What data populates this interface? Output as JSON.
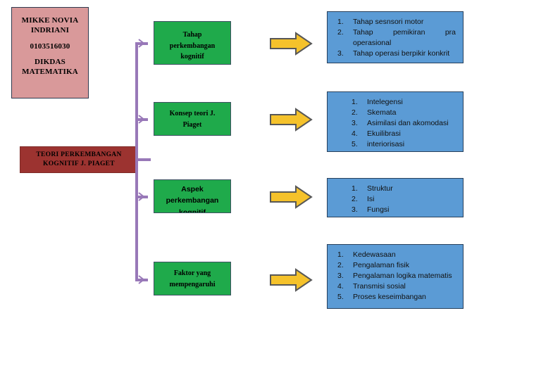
{
  "header": {
    "name_line1": "MIKKE NOVIA",
    "name_line2": "INDRIANI",
    "student_id": "0103516030",
    "program_line1": "DIKDAS",
    "program_line2": "MATEMATIKA"
  },
  "title_box": {
    "line1": "TEORI PERKEMBANGAN",
    "line2": "KOGNITIF J. PIAGET"
  },
  "branches": [
    {
      "topic": "Tahap\nperkembangan\nkognitif",
      "items": [
        {
          "num": "1.",
          "text": "Tahap sesnsori motor"
        },
        {
          "num": "2.",
          "text": "Tahap pemikiran pra operasional"
        },
        {
          "num": "3.",
          "text": "Tahap operasi berpikir konkrit"
        }
      ]
    },
    {
      "topic": "Konsep teori J.\nPiaget",
      "items": [
        {
          "num": "1.",
          "text": "Intelegensi"
        },
        {
          "num": "2.",
          "text": "Skemata"
        },
        {
          "num": "3.",
          "text": "Asimilasi dan akomodasi"
        },
        {
          "num": "4.",
          "text": "Ekuilibrasi"
        },
        {
          "num": "5.",
          "text": "interiorisasi"
        }
      ]
    },
    {
      "topic": "Aspek\nperkembangan\nkognitif",
      "items": [
        {
          "num": "1.",
          "text": "Struktur"
        },
        {
          "num": "2.",
          "text": "Isi"
        },
        {
          "num": "3.",
          "text": "Fungsi"
        }
      ]
    },
    {
      "topic": "Faktor yang\nmempengaruhi",
      "items": [
        {
          "num": "1.",
          "text": "Kedewasaan"
        },
        {
          "num": "2.",
          "text": "Pengalaman fisik"
        },
        {
          "num": "3.",
          "text": "Pengalaman logika matematis"
        },
        {
          "num": "4.",
          "text": "Transmisi sosial"
        },
        {
          "num": "5.",
          "text": "Proses keseimbangan"
        }
      ]
    }
  ],
  "colors": {
    "identity_fill": "#d9999a",
    "title_fill": "#9c3330",
    "topic_fill": "#1faa4b",
    "detail_fill": "#5b9bd5",
    "arrow_fill": "#f5c22b",
    "connector": "#9878b8"
  }
}
